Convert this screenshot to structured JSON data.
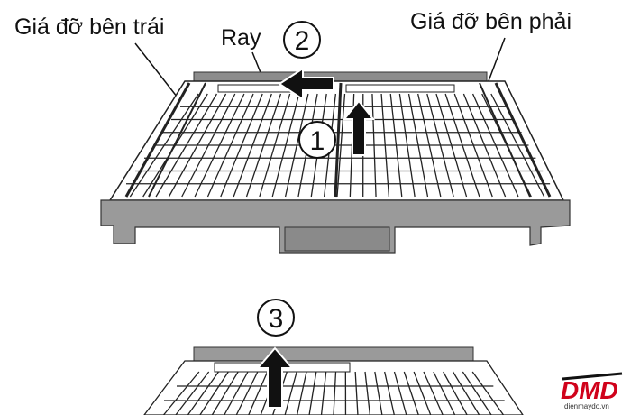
{
  "labels": {
    "left_rack": "Giá đỡ bên trái",
    "rail": "Ray",
    "right_rack": "Giá đỡ bên phải"
  },
  "steps": [
    "1",
    "2",
    "3"
  ],
  "logo": {
    "text": "DMD",
    "site": "dienmaydo.vn",
    "accent": "#d0021b"
  },
  "colors": {
    "frame": "#8c8c8c",
    "frame_light": "#bdbdbd",
    "line": "#1a1a1a",
    "arrow": "#111111"
  }
}
